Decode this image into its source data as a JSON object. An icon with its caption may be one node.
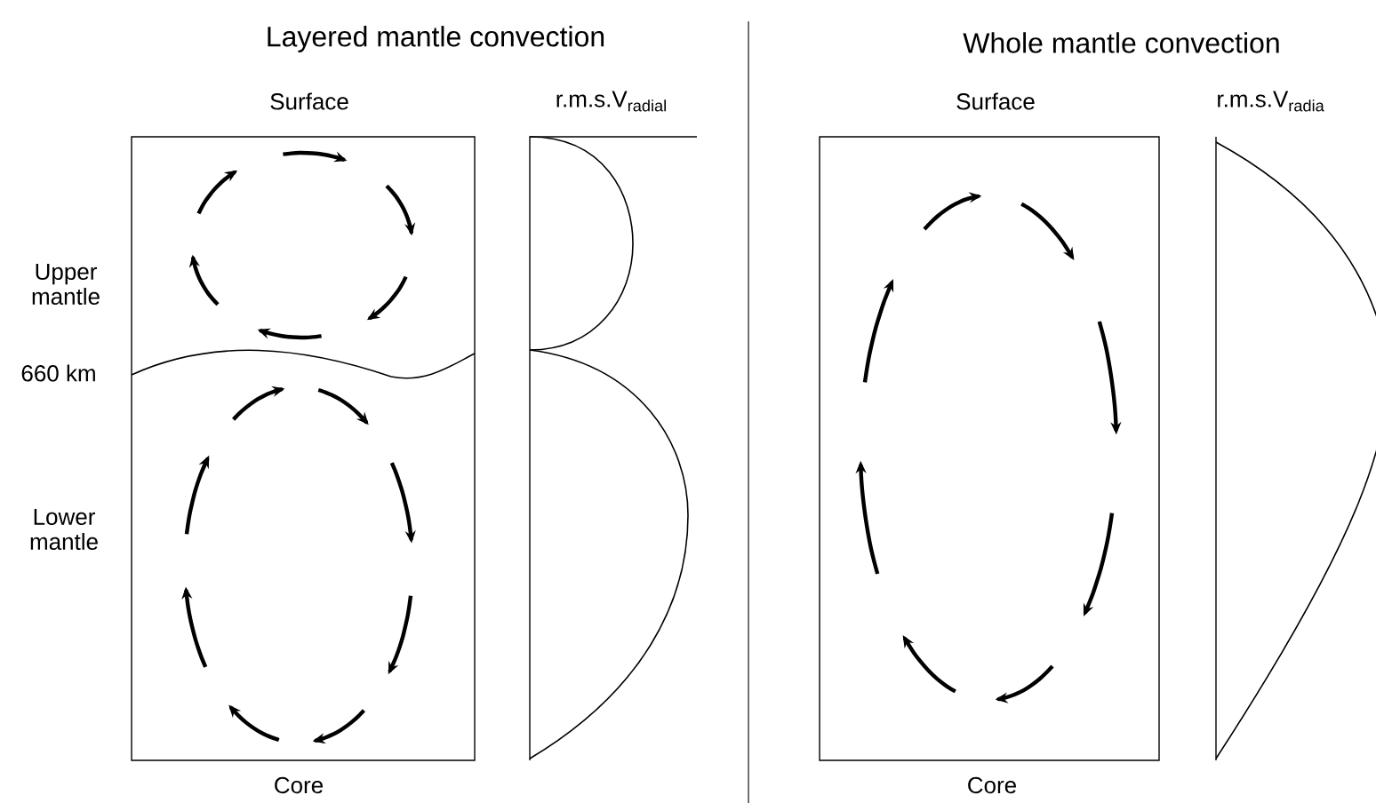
{
  "diagram": {
    "labels": [
      "Layered mantle convection",
      "Whole mantle convection",
      "Surface",
      "r.m.s.V$_{radial}$",
      "Surface",
      "r.m.s.V$_{radia}$",
      "Upper mantle",
      "660 km",
      "Lower mantle",
      "Core",
      "Core"
    ]
  }
}
